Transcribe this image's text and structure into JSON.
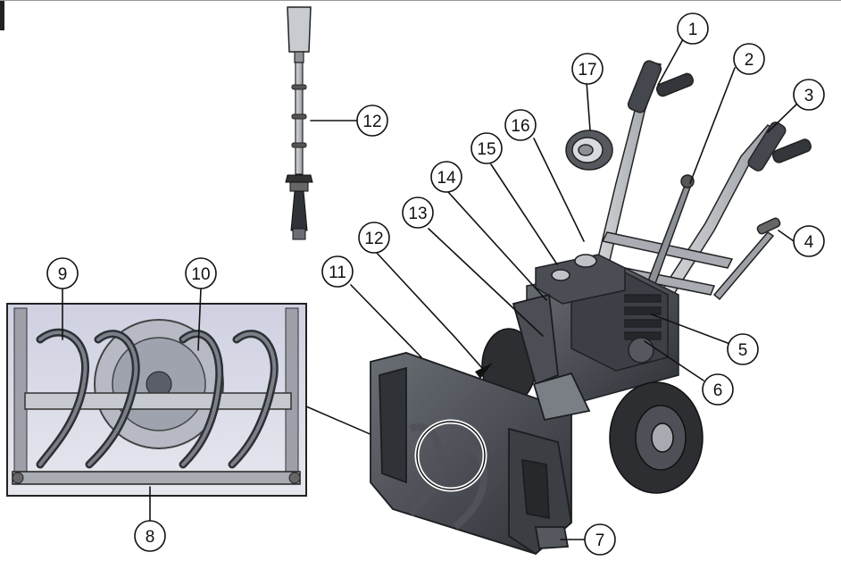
{
  "figure": {
    "callouts": [
      {
        "id": "c1",
        "label": "1"
      },
      {
        "id": "c2",
        "label": "2"
      },
      {
        "id": "c3",
        "label": "3"
      },
      {
        "id": "c4",
        "label": "4"
      },
      {
        "id": "c5",
        "label": "5"
      },
      {
        "id": "c6",
        "label": "6"
      },
      {
        "id": "c7",
        "label": "7"
      },
      {
        "id": "c8",
        "label": "8"
      },
      {
        "id": "c9",
        "label": "9"
      },
      {
        "id": "c10",
        "label": "10"
      },
      {
        "id": "c11",
        "label": "11"
      },
      {
        "id": "c12a",
        "label": "12"
      },
      {
        "id": "c12b",
        "label": "12"
      },
      {
        "id": "c13",
        "label": "13"
      },
      {
        "id": "c14",
        "label": "14"
      },
      {
        "id": "c15",
        "label": "15"
      },
      {
        "id": "c16",
        "label": "16"
      },
      {
        "id": "c17",
        "label": "17"
      }
    ]
  },
  "colors": {
    "ink": "#111111",
    "body_dark": "#3a3d42",
    "body_mid": "#5b5f66",
    "metal_light": "#c9ccd0",
    "detail_bg": "#d9dbe8"
  }
}
